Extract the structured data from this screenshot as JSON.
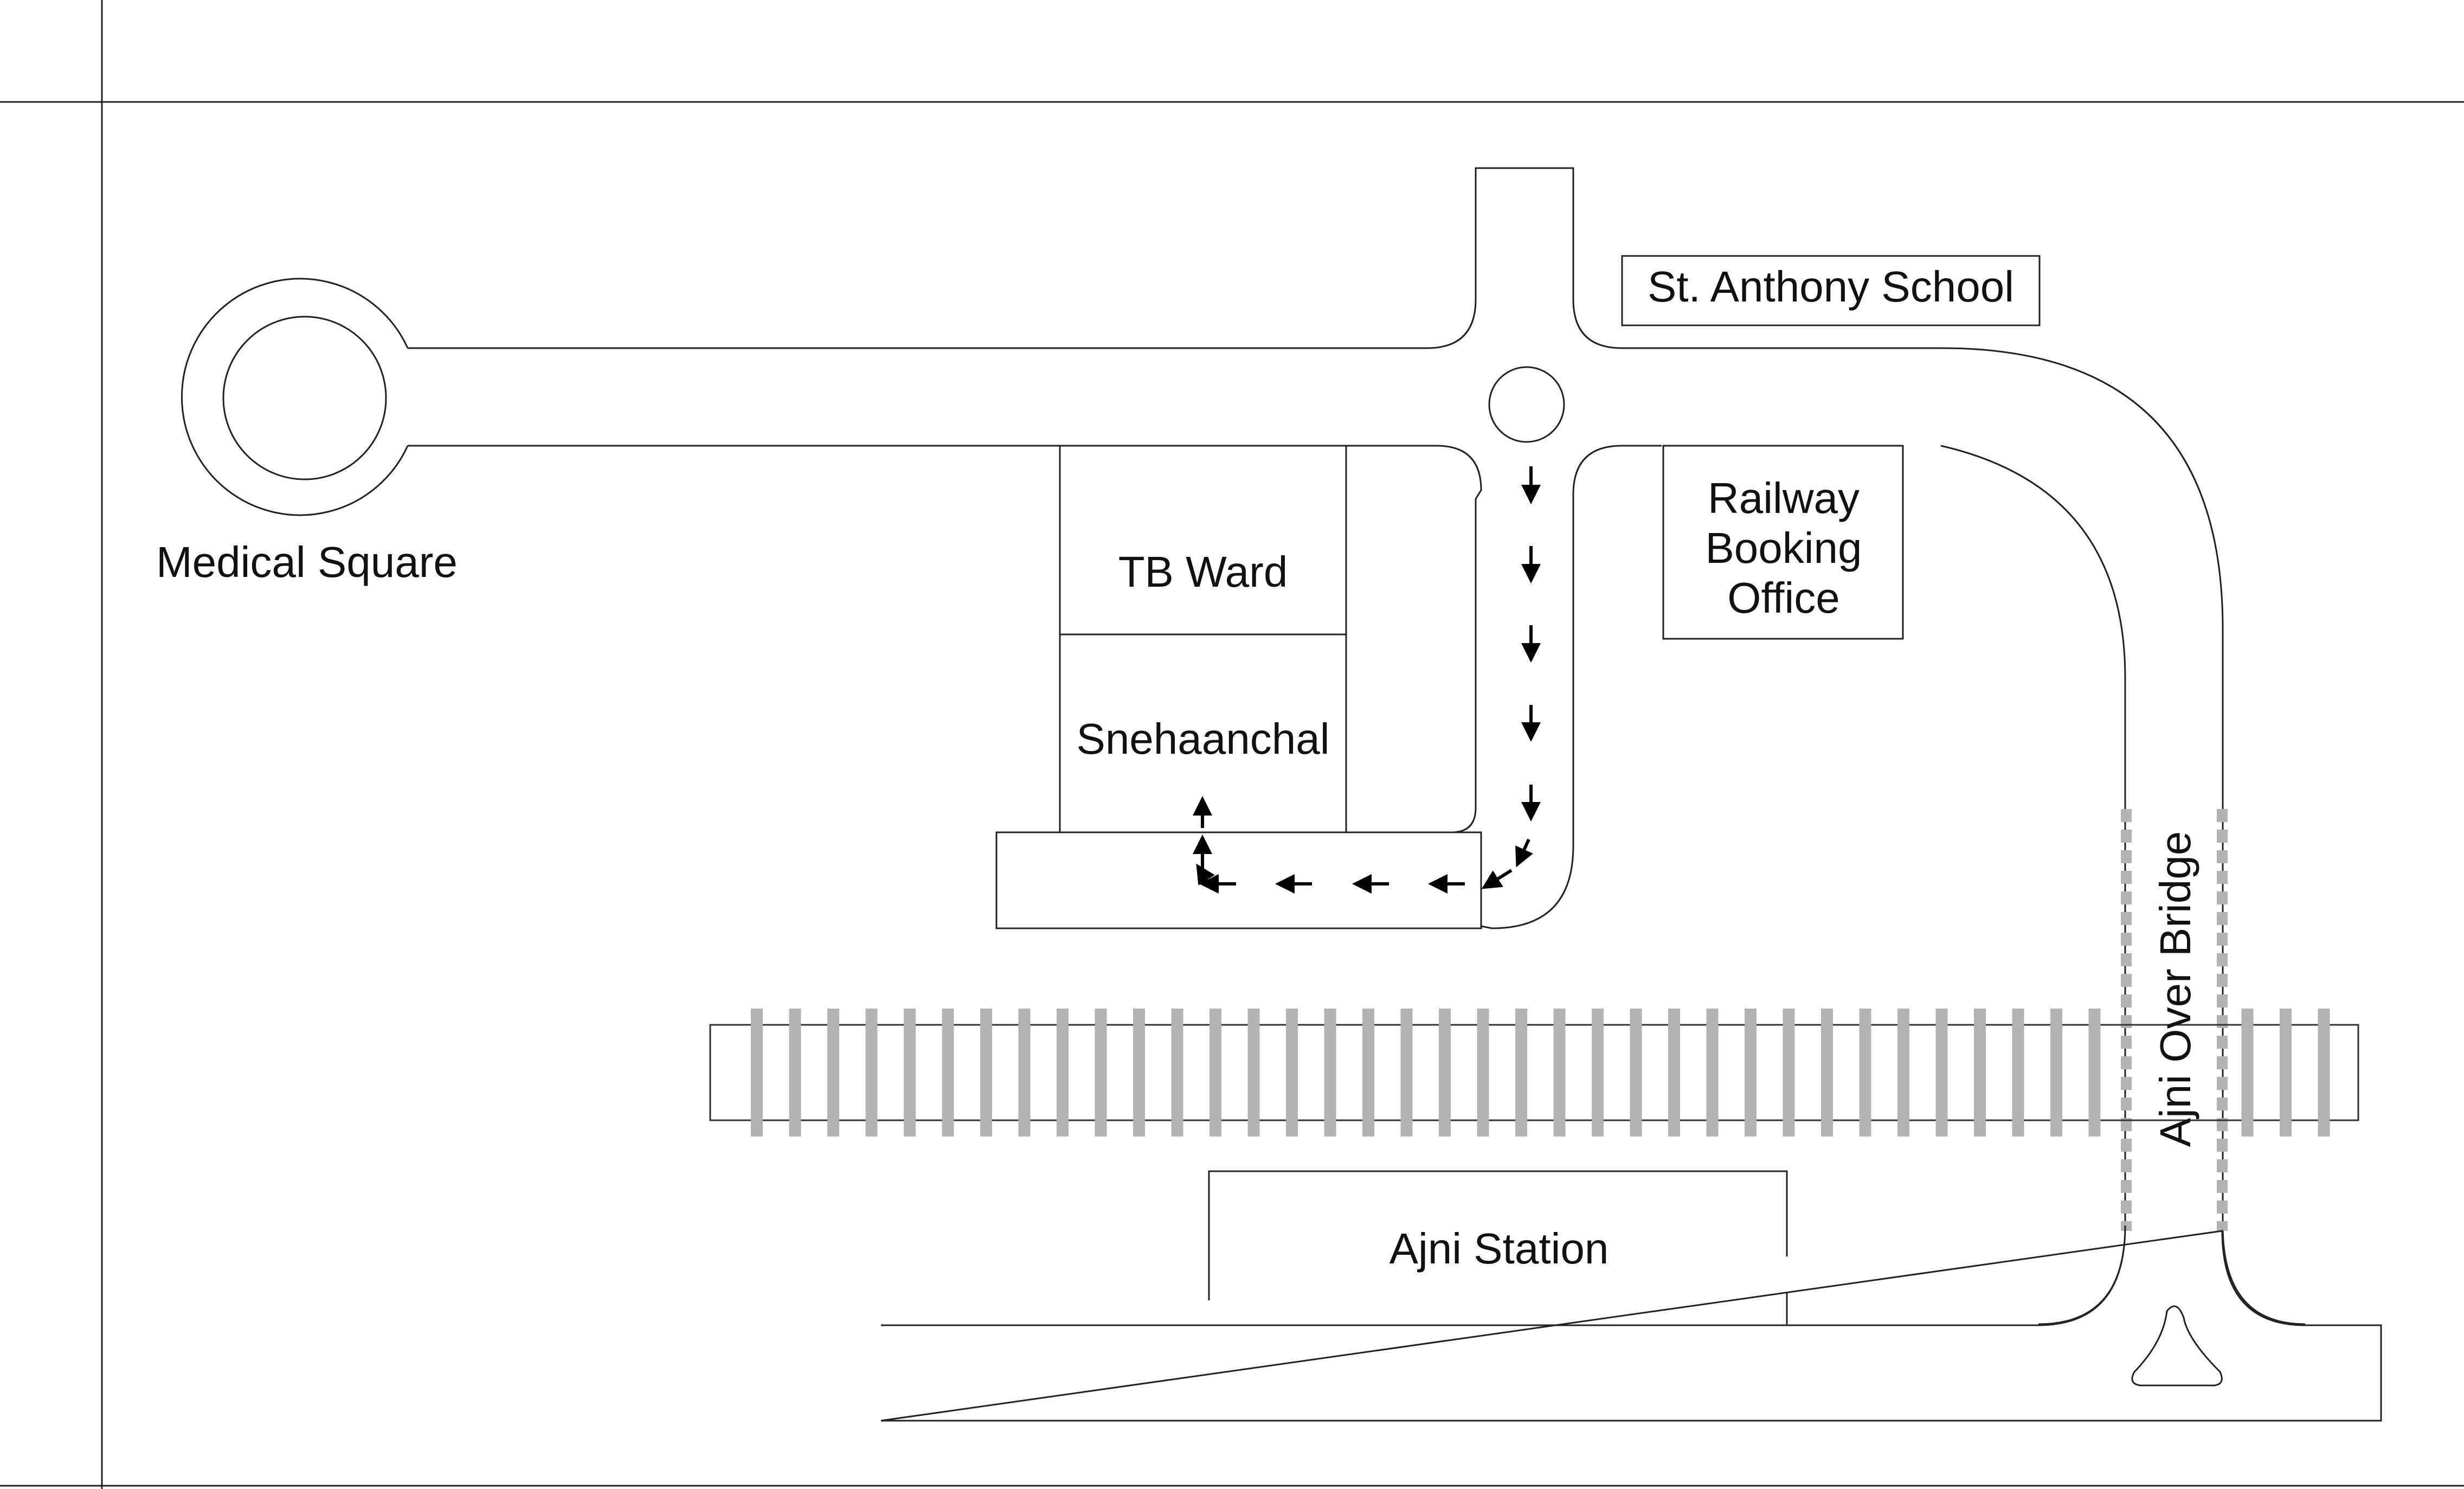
{
  "labels": {
    "medical_square": "Medical Square",
    "st_anthony_school": "St. Anthony School",
    "tb_ward": "TB Ward",
    "snehaanchal": "Snehaanchal",
    "railway_booking_office": [
      "Railway",
      "Booking",
      "Office"
    ],
    "ajni_station": "Ajni Station",
    "ajni_over_bridge": "Ajni Over Bridge"
  },
  "colors": {
    "stroke": "#222222",
    "rail": "#b3b3b3",
    "route_arrows": "#000000",
    "background": "#ffffff"
  },
  "icons": [
    "route-arrow-icon",
    "roundabout-icon",
    "traffic-island-icon"
  ]
}
